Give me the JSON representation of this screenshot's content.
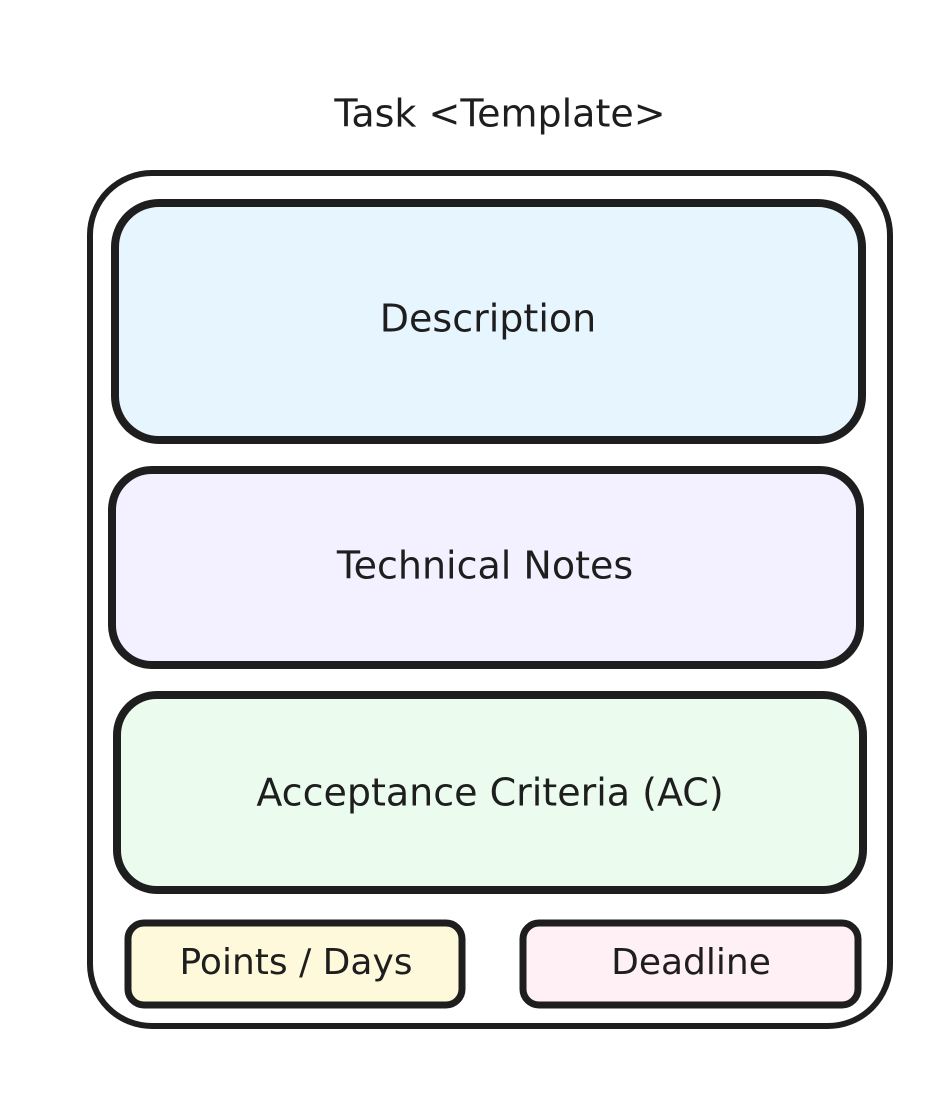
{
  "title": "Task <Template>",
  "sections": {
    "description": {
      "label": "Description",
      "fill": "#e7f5ff"
    },
    "technical_notes": {
      "label": "Technical Notes",
      "fill": "#f3f0ff"
    },
    "acceptance_criteria": {
      "label": "Acceptance Criteria (AC)",
      "fill": "#ebfbee"
    },
    "points_days": {
      "label": "Points / Days",
      "fill": "#fff9db"
    },
    "deadline": {
      "label": "Deadline",
      "fill": "#fff0f6"
    }
  },
  "colors": {
    "stroke": "#1e1e1e",
    "outer_fill": "#ffffff"
  }
}
